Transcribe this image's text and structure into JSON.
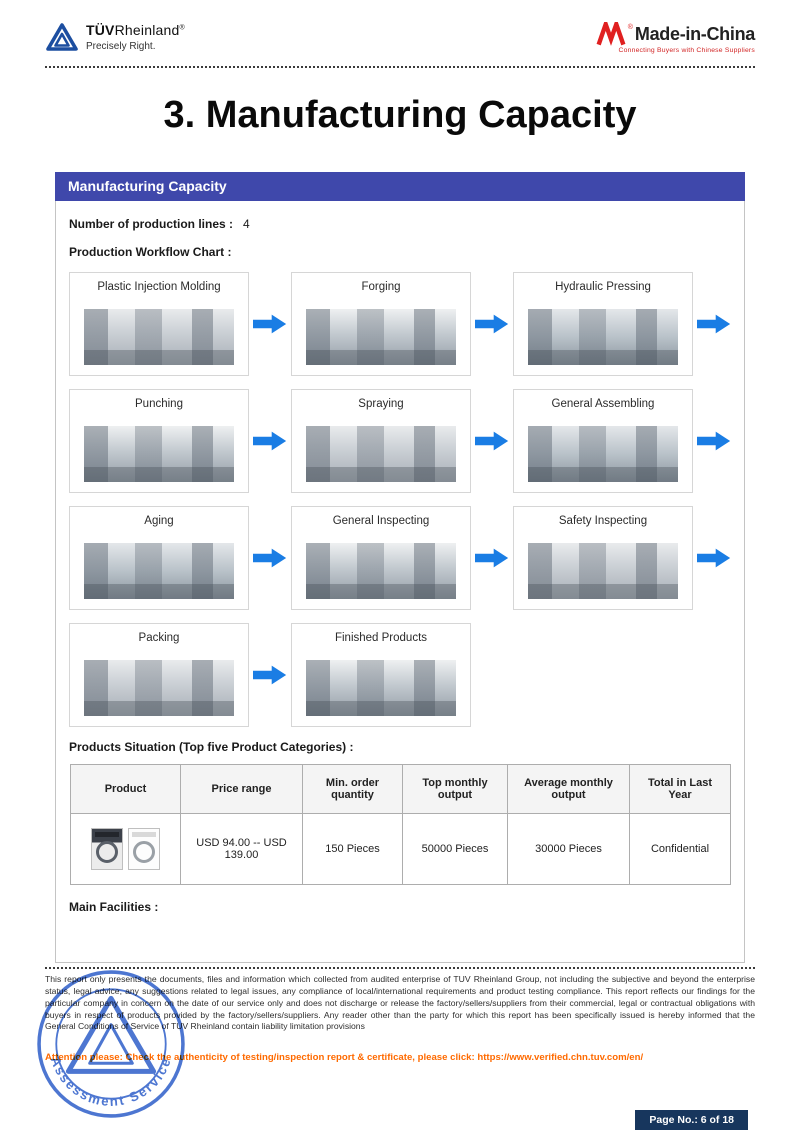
{
  "header": {
    "tuv": {
      "brand_bold": "TÜV",
      "brand_rest": "Rheinland",
      "reg": "®",
      "tagline": "Precisely Right."
    },
    "mic": {
      "brand": "Made-in-China",
      "reg": "®",
      "tagline": "Connecting Buyers with Chinese Suppliers"
    }
  },
  "page_title": "3. Manufacturing Capacity",
  "section": {
    "title": "Manufacturing Capacity",
    "lines_label": "Number of production lines :",
    "lines_value": "4",
    "workflow_label": "Production Workflow Chart :",
    "workflow_steps": [
      "Plastic Injection Molding",
      "Forging",
      "Hydraulic Pressing",
      "Punching",
      "Spraying",
      "General Assembling",
      "Aging",
      "General Inspecting",
      "Safety Inspecting",
      "Packing",
      "Finished Products"
    ],
    "products_label": "Products Situation (Top five Product Categories) :",
    "main_facilities_label": "Main Facilities :"
  },
  "table": {
    "columns": [
      "Product",
      "Price range",
      "Min. order quantity",
      "Top monthly output",
      "Average monthly output",
      "Total in Last Year"
    ],
    "row": {
      "price_range": "USD 94.00 -- USD 139.00",
      "min_order": "150 Pieces",
      "top_monthly": "50000 Pieces",
      "avg_monthly": "30000 Pieces",
      "total_last_year": "Confidential"
    }
  },
  "footer": {
    "disclaimer": "This report only presents the documents, files and information which collected from audited enterprise of TUV Rheinland Group, not including the subjective and beyond the enterprise status, legal advice, any suggestions related to legal issues, any compliance of local/international requirements and product testing compliance. This report reflects our findings for the particular company in concern on the date of our service only and does not discharge or release the factory/sellers/suppliers from their commercial, legal or contractual obligations with buyers in respect of products provided by the factory/sellers/suppliers. Any reader other than the party for which this report has been specifically issued is hereby informed that the General Conditions of Service of TUV Rheinland contain liability limitation provisions",
    "attention": "Attention please: Check the authenticity of testing/inspection report & certificate, please click:",
    "attention_link": "https://www.verified.chn.tuv.com/en/",
    "stamp_text": "Assessment Service",
    "page_badge": "Page No.: 6 of 18"
  },
  "colors": {
    "section_bar": "#3f48ab",
    "arrow_blue": "#1a7de4",
    "attention_orange": "#ff6a00",
    "badge_navy": "#17365d",
    "stamp_blue": "#2d5ec9",
    "tuv_blue": "#1c4ea0",
    "mic_red": "#e02020"
  }
}
